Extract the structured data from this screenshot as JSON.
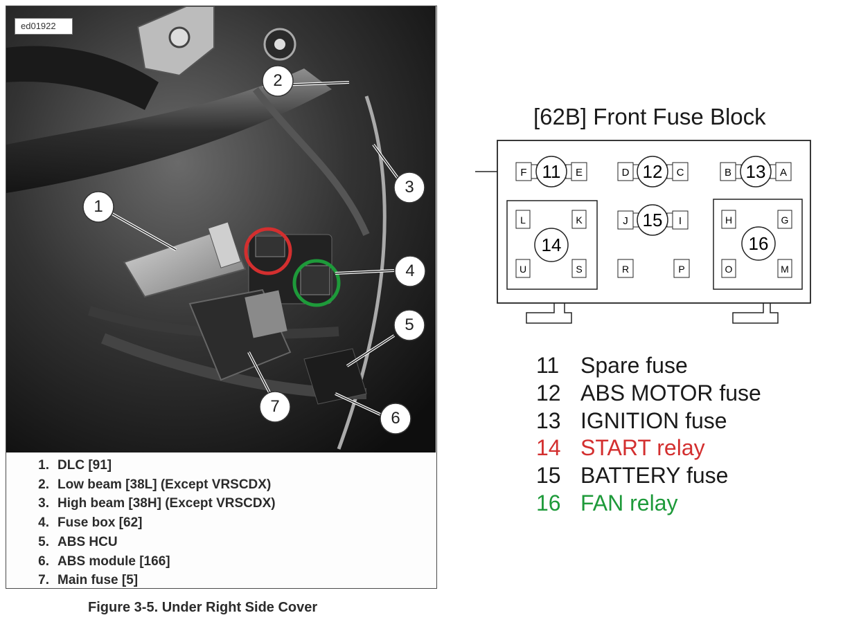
{
  "figure": {
    "tag": "ed01922",
    "caption": "Figure 3-5. Under Right Side Cover",
    "callouts": [
      "1",
      "2",
      "3",
      "4",
      "5",
      "6",
      "7"
    ],
    "legend": [
      {
        "num": "1.",
        "text": "DLC [91]"
      },
      {
        "num": "2.",
        "text": "Low beam [38L] (Except VRSCDX)"
      },
      {
        "num": "3.",
        "text": "High beam [38H] (Except VRSCDX)"
      },
      {
        "num": "4.",
        "text": "Fuse box [62]"
      },
      {
        "num": "5.",
        "text": "ABS HCU"
      },
      {
        "num": "6.",
        "text": "ABS module [166]"
      },
      {
        "num": "7.",
        "text": "Main fuse [5]"
      }
    ],
    "highlight_colors": {
      "start_relay": "#d32f2f",
      "fan_relay": "#1e9a3a"
    }
  },
  "fuse_block": {
    "title": "[62B] Front Fuse Block",
    "top_row": [
      {
        "left": "F",
        "num": "11",
        "right": "E"
      },
      {
        "left": "D",
        "num": "12",
        "right": "C"
      },
      {
        "left": "B",
        "num": "13",
        "right": "A"
      }
    ],
    "middle_fuse": {
      "left": "J",
      "num": "15",
      "right": "I"
    },
    "middle_extra": {
      "left": "R",
      "right": "P"
    },
    "relay_left": {
      "num": "14",
      "tl": "L",
      "tr": "K",
      "bl": "U",
      "br": "S"
    },
    "relay_right": {
      "num": "16",
      "tl": "H",
      "tr": "G",
      "bl": "O",
      "br": "M"
    }
  },
  "fuse_list": [
    {
      "num": "11",
      "label": "Spare fuse",
      "color": "#1a1a1a"
    },
    {
      "num": "12",
      "label": "ABS MOTOR fuse",
      "color": "#1a1a1a"
    },
    {
      "num": "13",
      "label": "IGNITION fuse",
      "color": "#1a1a1a"
    },
    {
      "num": "14",
      "label": "START relay",
      "color": "#d32f2f"
    },
    {
      "num": "15",
      "label": "BATTERY fuse",
      "color": "#1a1a1a"
    },
    {
      "num": "16",
      "label": "FAN relay",
      "color": "#1e9a3a"
    }
  ]
}
